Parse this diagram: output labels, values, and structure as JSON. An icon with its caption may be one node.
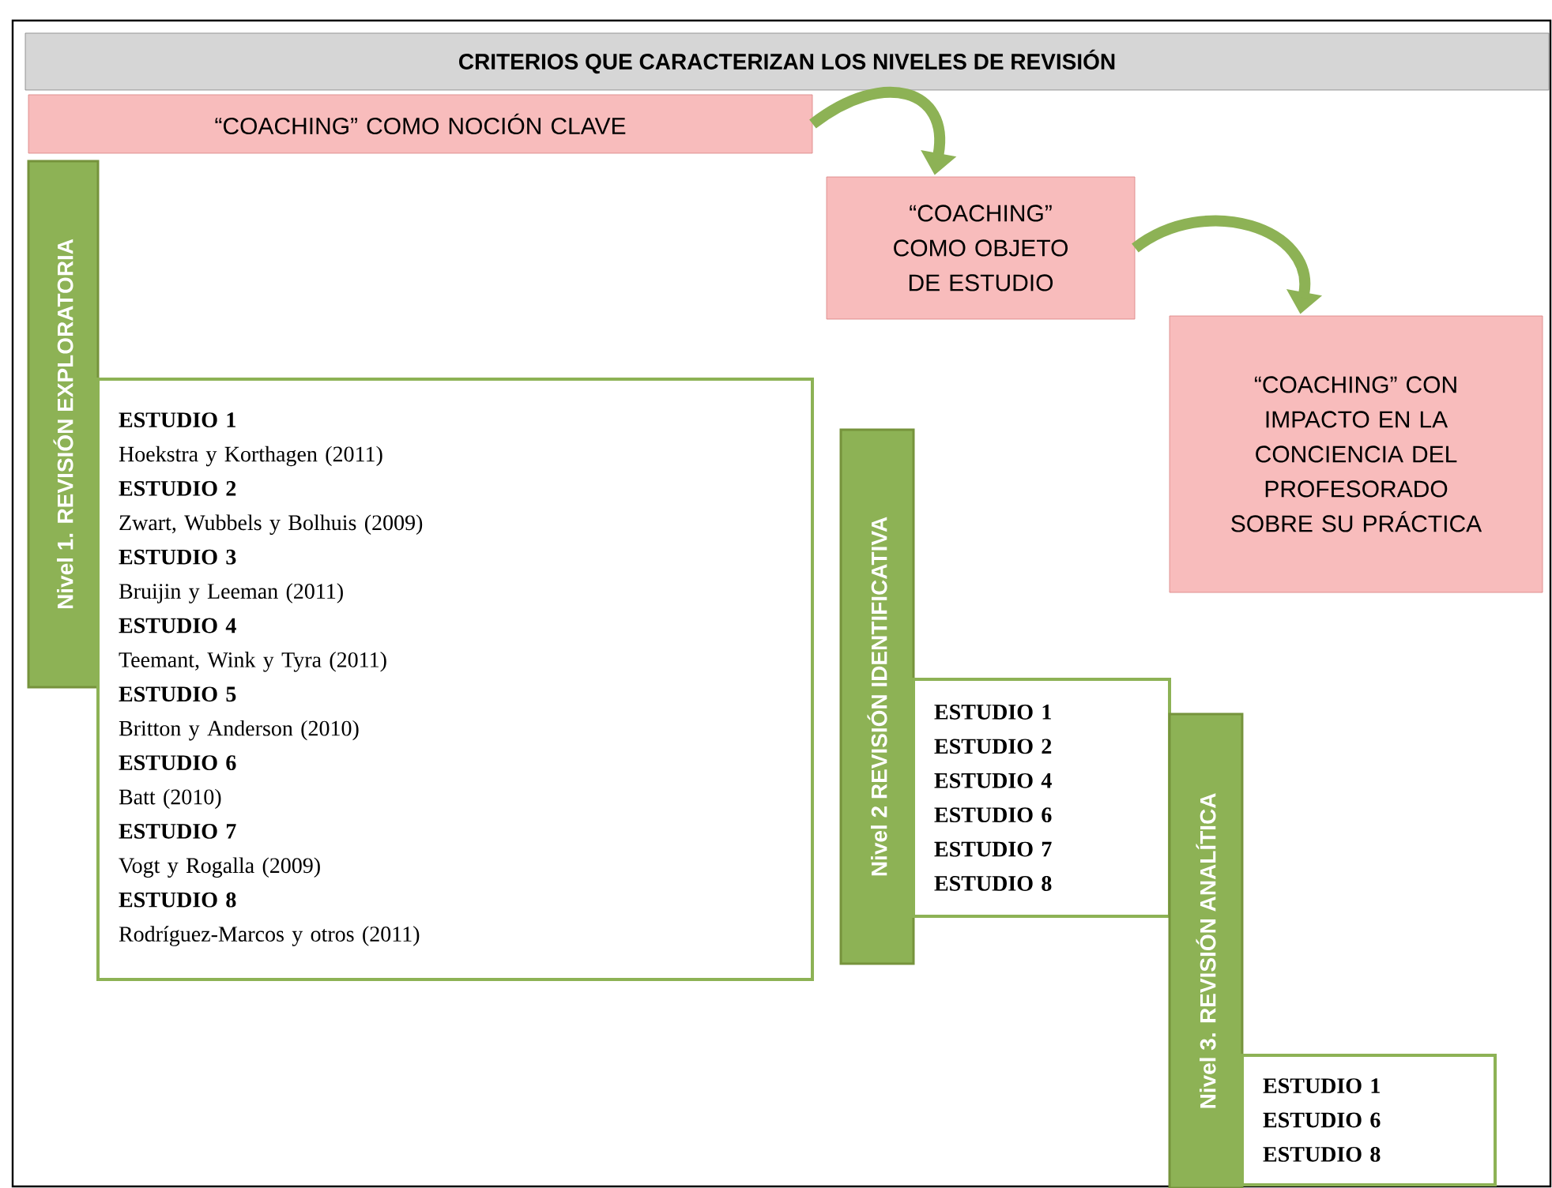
{
  "diagram": {
    "title": "CRITERIOS QUE CARACTERIZAN LOS NIVELES DE REVISIÓN",
    "nodes": [
      {
        "text": [
          "“COACHING” COMO NOCIÓN CLAVE"
        ]
      },
      {
        "text": [
          "“COACHING” COMO OBJETO DE ESTUDIO"
        ]
      },
      {
        "text": [
          "“COACHING” CON IMPACTO EN LA CONCIENCIA DEL PROFESORADO SOBRE SU PRÁCTICA"
        ]
      },
      {
        "text": [
          "Nivel 1. REVISIÓN EXPLORATORIA"
        ]
      },
      {
        "text": [
          "ESTUDIO 1",
          "Hoekstra y Korthagen (2011)",
          "ESTUDIO 2",
          "Zwart, Wubbels y Bolhuis (2009)",
          "ESTUDIO 3",
          "Bruijin y Leeman (2011)",
          "ESTUDIO 4",
          "Teemant, Wink y Tyra (2011)",
          "ESTUDIO 5",
          "Britton y Anderson (2010)",
          "ESTUDIO 6",
          "Batt (2010)",
          "ESTUDIO 7",
          "Vogt y Rogalla (2009)",
          "ESTUDIO 8",
          "Rodríguez-Marcos y otros (2011)"
        ]
      },
      {
        "text": [
          "Nivel 2  REVISIÓN IDENTIFICATIVA"
        ]
      },
      {
        "text": [
          "ESTUDIO 1",
          "ESTUDIO 2",
          "ESTUDIO 4",
          "ESTUDIO 6",
          "ESTUDIO 7",
          "ESTUDIO 8"
        ]
      },
      {
        "text": [
          "Nivel 3. REVISIÓN ANALÍTICA"
        ]
      },
      {
        "text": [
          "ESTUDIO 1",
          "ESTUDIO 6",
          "ESTUDIO 8"
        ]
      }
    ],
    "edges": [
      {
        "from": 0,
        "to": 1,
        "arrow": "to"
      },
      {
        "from": 1,
        "to": 2,
        "arrow": "to"
      }
    ]
  }
}
